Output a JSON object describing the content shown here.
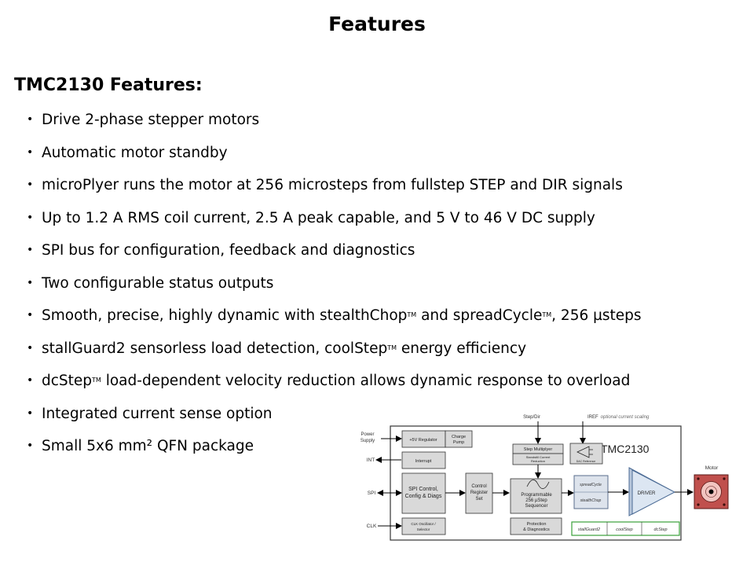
{
  "slide": {
    "title": "Features",
    "subtitle": "TMC2130 Features:",
    "bullets": [
      {
        "text": "Drive 2-phase stepper motors"
      },
      {
        "text": "Automatic motor standby"
      },
      {
        "text": "microPlyer runs the motor at 256 microsteps from fullstep STEP and DIR signals"
      },
      {
        "text": "Up to 1.2 A RMS coil current, 2.5 A peak capable, and 5 V to 46 V DC supply"
      },
      {
        "text": "SPI bus for configuration, feedback and diagnostics"
      },
      {
        "text": "Two configurable status outputs"
      },
      {
        "parts": [
          "Smooth, precise, highly dynamic with stealthChop",
          "TM",
          " and spreadCycle",
          "TM",
          ", 256 µsteps"
        ]
      },
      {
        "parts": [
          "stallGuard2 sensorless load detection, coolStep",
          "TM",
          " energy efficiency"
        ]
      },
      {
        "parts": [
          "dcStep",
          "TM",
          " load-dependent velocity reduction allows dynamic response to overload"
        ]
      },
      {
        "text": "Integrated current sense option"
      },
      {
        "text": "Small 5x6 mm² QFN package"
      }
    ]
  },
  "diagram": {
    "chip_name": "TMC2130",
    "inputs": {
      "power_supply": [
        "Power",
        "Supply"
      ],
      "int": "INT",
      "spi": "SPI",
      "clk": "CLK",
      "step_dir": "Step/Dir",
      "iref": "IREF",
      "iref_note": "optional current scaling"
    },
    "blocks": {
      "regulator": "+5V Regulator",
      "charge_pump": [
        "Charge",
        "Pump"
      ],
      "interrupt": "Interrupt",
      "spi_control": [
        "SPI Control,",
        "Config & Diags"
      ],
      "clk_osc": [
        "CLK Oscillator /",
        "Selector"
      ],
      "control_register": [
        "Control",
        "Register",
        "Set"
      ],
      "step_multiplyer": "Step Multiplyer",
      "standstill": [
        "Standstill Current",
        "Reduction"
      ],
      "sequencer": [
        "Programmable",
        "256 µStep",
        "Sequencer"
      ],
      "protection": [
        "Protection",
        "& Diagnostics"
      ],
      "dac": "DAC Reference",
      "spreadcycle": "spreadCycle",
      "stealthchop": "stealthChop",
      "driver": "DRIVER",
      "stallguard": "stallGuard2",
      "coolstep": "coolStep",
      "dcstep": "dcStep",
      "motor": "Motor"
    },
    "colors": {
      "block_fill": "#d9d9d9",
      "chopper_border": "#5a6e8c",
      "chopper_fill": "#dde3ec",
      "driver_fill": "#dce6f2",
      "driver_border": "#4a6a94",
      "feature_border": "#3aa03a",
      "motor_fill": "#c0504d",
      "motor_inner": "#f2c4c0"
    }
  }
}
